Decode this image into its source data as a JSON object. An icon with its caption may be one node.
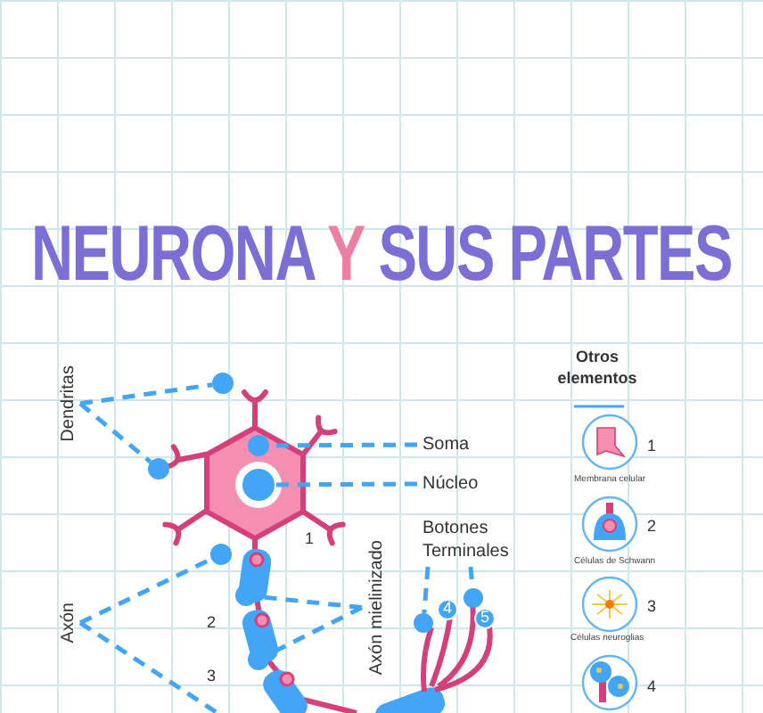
{
  "diagram": {
    "title": "NEURONA Y SUS PARTES",
    "nodes": [
      {
        "text": [
          "Dendritas"
        ]
      },
      {
        "text": [],
        "shape": "circle"
      },
      {
        "text": [],
        "shape": "circle"
      },
      {
        "text": [
          "Soma"
        ]
      },
      {
        "text": [],
        "shape": "circle"
      },
      {
        "text": [
          "Núcleo"
        ]
      },
      {
        "text": [],
        "shape": "circle"
      },
      {
        "text": [
          "Axón"
        ]
      },
      {
        "text": [],
        "shape": "circle"
      },
      {
        "text": [
          "Axón mielinizado"
        ]
      },
      {
        "text": [],
        "shape": "circle"
      },
      {
        "text": [],
        "shape": "circle"
      },
      {
        "text": [
          "Botones Terminales"
        ]
      },
      {
        "text": [],
        "shape": "circle"
      },
      {
        "text": [],
        "shape": "circle"
      },
      {
        "text": [
          "4"
        ]
      },
      {
        "text": [
          "5"
        ]
      }
    ],
    "edges": [
      {
        "from": 0,
        "to": 1,
        "arrow": "none",
        "style": "dashed"
      },
      {
        "from": 0,
        "to": 2,
        "arrow": "none",
        "style": "dashed"
      },
      {
        "from": 3,
        "to": 4,
        "arrow": "none",
        "style": "dashed"
      },
      {
        "from": 5,
        "to": 6,
        "arrow": "none",
        "style": "dashed"
      },
      {
        "from": 7,
        "to": 8,
        "arrow": "none",
        "style": "dashed"
      },
      {
        "from": 7,
        "to": null,
        "arrow": "none",
        "style": "dashed"
      },
      {
        "from": 9,
        "to": 10,
        "arrow": "none",
        "style": "dashed"
      },
      {
        "from": 9,
        "to": 11,
        "arrow": "none",
        "style": "dashed"
      },
      {
        "from": 12,
        "to": 13,
        "arrow": "none",
        "style": "dashed"
      },
      {
        "from": 12,
        "to": 14,
        "arrow": "none",
        "style": "dashed"
      }
    ],
    "labels": [
      "1",
      "2",
      "3",
      "Otros elementos",
      "1",
      "Membrana celular",
      "2",
      "Células de Schwann",
      "3",
      "Células neuroglias",
      "4"
    ]
  }
}
